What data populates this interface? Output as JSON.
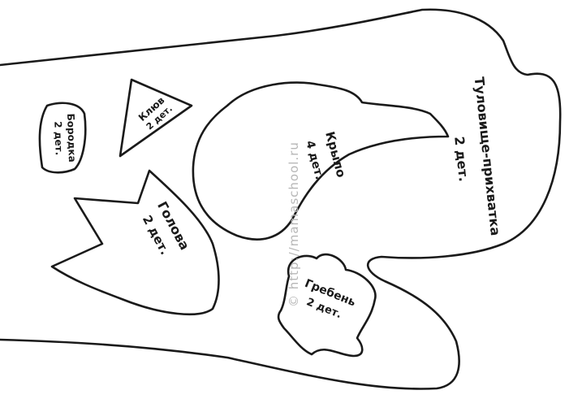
{
  "colors": {
    "outline": "#1a1a1a",
    "watermark": "#b7b7b7",
    "background": "#ffffff"
  },
  "pieces": {
    "body": {
      "name": "Туловище-прихватка",
      "count": "2 дет."
    },
    "wing": {
      "name": "Крыло",
      "count": "4 дет."
    },
    "head": {
      "name": "Голова",
      "count": "2 дет."
    },
    "comb": {
      "name": "Гребень",
      "count": "2 дет."
    },
    "beard": {
      "name": "Бородка",
      "count": "2 дет."
    },
    "beak": {
      "name": "Клюв",
      "count": "2 дет."
    }
  },
  "watermark": "© http://mamaschool.ru"
}
